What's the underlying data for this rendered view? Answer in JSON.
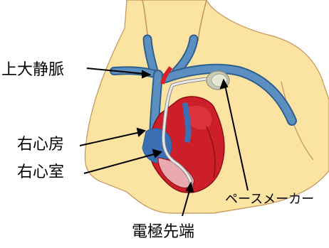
{
  "labels": {
    "superior_vena_cava": "上大静脈",
    "right_atrium": "右心房",
    "right_ventricle": "右心室",
    "pacemaker": "ペースメーカー",
    "electrode_tip": "電極先端"
  },
  "colors": {
    "skin": "#fbe3a1",
    "skin_outline": "#c4925a",
    "vein": "#5b8fbf",
    "vein_dark": "#2f5f8e",
    "artery": "#d8202a",
    "heart": "#cc1f2a",
    "heart_dark": "#8e0f18",
    "right_heart_blue": "#3b6fb4",
    "lead": "#e8e8e8",
    "device": "#d9dcc8"
  }
}
